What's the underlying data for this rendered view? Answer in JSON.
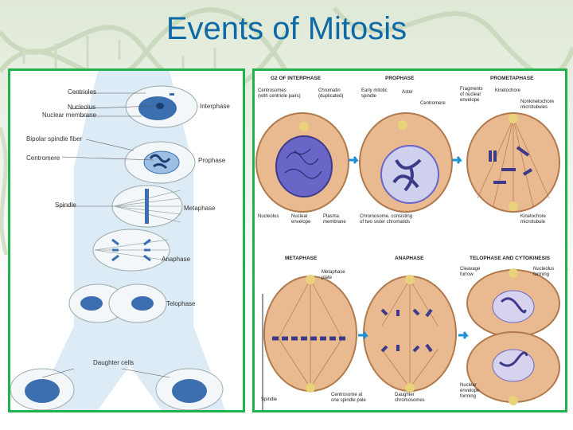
{
  "title": "Events of Mitosis",
  "left_figure": {
    "labels": {
      "centrioles": "Centrioles",
      "nucleolus": "Nucleolus",
      "nuclear_membrane": "Nuclear membrane",
      "bipolar_spindle": "Bipolar spindle fiber",
      "centromere": "Centromere",
      "spindle": "Spindle",
      "daughter_cells": "Daughter cells"
    },
    "stages": {
      "interphase": "Interphase",
      "prophase": "Prophase",
      "metaphase": "Metaphase",
      "anaphase": "Anaphase",
      "telophase": "Telophase"
    }
  },
  "right_figure": {
    "headers": {
      "g2": "G2 OF INTERPHASE",
      "prophase": "PROPHASE",
      "prometaphase": "PROMETAPHASE",
      "metaphase": "METAPHASE",
      "anaphase": "ANAPHASE",
      "telophase": "TELOPHASE AND CYTOKINESIS"
    },
    "labels": {
      "centrosomes": "Centrosomes\n(with centriole pairs)",
      "chromatin": "Chromatin\n(duplicated)",
      "early_spindle": "Early mitotic\nspindle",
      "aster": "Aster",
      "centromere": "Centromere",
      "fragments": "Fragments\nof nuclear\nenvelope",
      "kinetochore": "Kinetochore",
      "nonkinetochore": "Nonkinetochore\nmicrotubules",
      "nucleolus": "Nucleolus",
      "nuclear_envelope": "Nuclear\nenvelope",
      "plasma_membrane": "Plasma\nmembrane",
      "chromosome": "Chromosome, consisting\nof two sister chromatids",
      "kinetochore_mt": "Kinetochore\nmicrotubule",
      "metaphase_plate": "Metaphase\nplate",
      "cleavage_furrow": "Cleavage\nfurrow",
      "nucleolus_forming": "Nucleolus\nforming",
      "spindle": "Spindle",
      "centrosome_pole": "Centrosome at\none spindle pole",
      "daughter_chromosomes": "Daughter\nchromosomes",
      "nuclear_envelope_forming": "Nuclear\nenvelope\nforming"
    }
  },
  "colors": {
    "title": "#0d6aa6",
    "frame": "#22b14c",
    "cell": "#e9b98f",
    "chromosome": "#4a4fa6",
    "arrow": "#1e90d6"
  }
}
